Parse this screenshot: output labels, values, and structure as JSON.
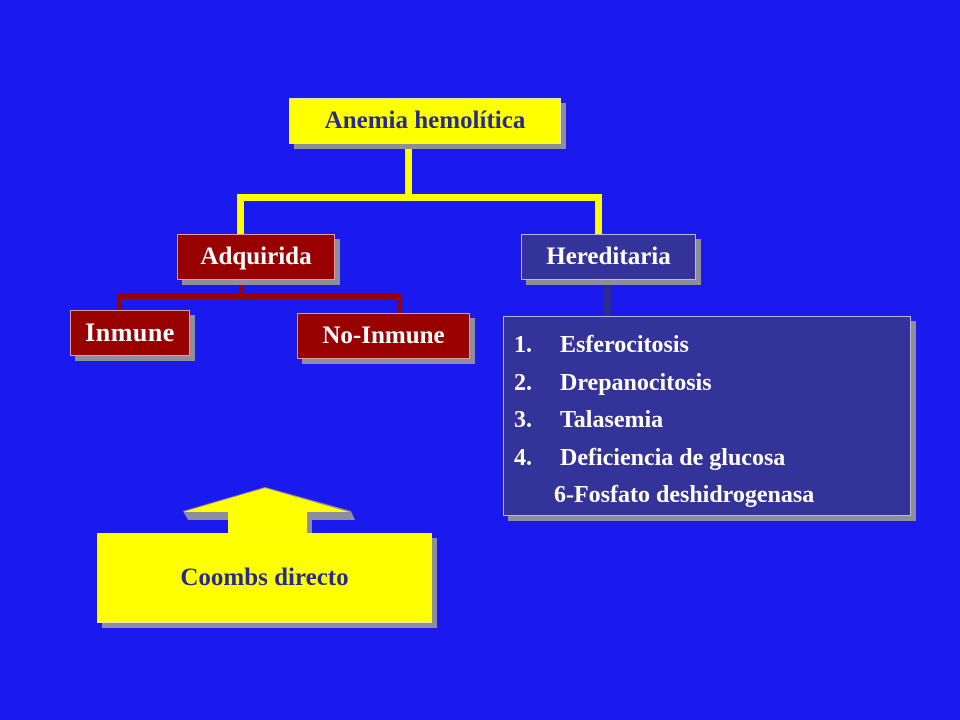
{
  "diagram": {
    "root": "Anemia hemolítica",
    "left_branch": "Adquirida",
    "right_branch": "Hereditaria",
    "left_children": [
      "Inmune",
      "No-Inmune"
    ],
    "hereditary_list": [
      {
        "num": "1.",
        "text": "Esferocitosis"
      },
      {
        "num": "2.",
        "text": "Drepanocitosis"
      },
      {
        "num": "3.",
        "text": "Talasemia"
      },
      {
        "num": "4.",
        "text": "Deficiencia de glucosa"
      }
    ],
    "hereditary_list_continuation": "6-Fosfato deshidrogenasa",
    "arrow_label": "Coombs directo"
  },
  "colors": {
    "background": "#1a1aee",
    "yellow": "#ffff00",
    "red": "#990000",
    "blue_box": "#333399",
    "shadow": "#8d8d9b"
  }
}
